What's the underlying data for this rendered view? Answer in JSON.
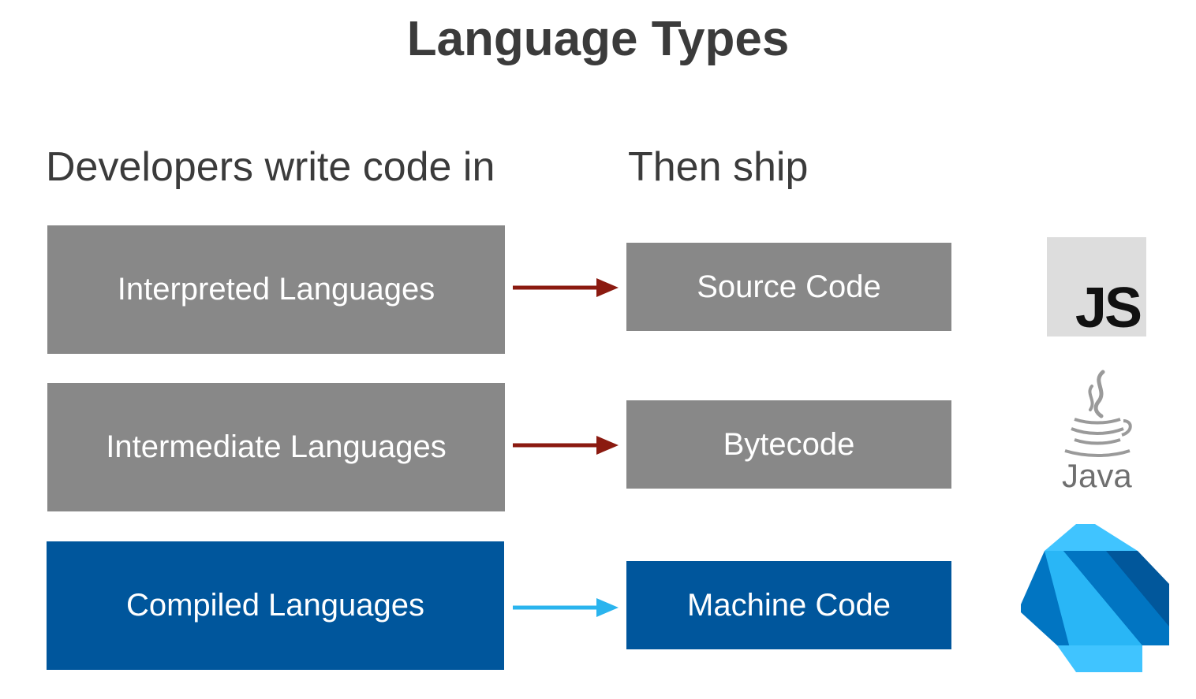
{
  "title": "Language Types",
  "columns": {
    "left_heading": "Developers write code in",
    "right_heading": "Then ship"
  },
  "rows": [
    {
      "language": "Interpreted Languages",
      "output": "Source Code",
      "arrow_color": "#8b1a10",
      "box_color": "#888888",
      "logo": "javascript-logo",
      "logo_text": "JS"
    },
    {
      "language": "Intermediate Languages",
      "output": "Bytecode",
      "arrow_color": "#8b1a10",
      "box_color": "#888888",
      "logo": "java-logo",
      "logo_text": "Java"
    },
    {
      "language": "Compiled Languages",
      "output": "Machine Code",
      "arrow_color": "#2ab4ee",
      "box_color": "#00569c",
      "logo": "dart-logo"
    }
  ]
}
